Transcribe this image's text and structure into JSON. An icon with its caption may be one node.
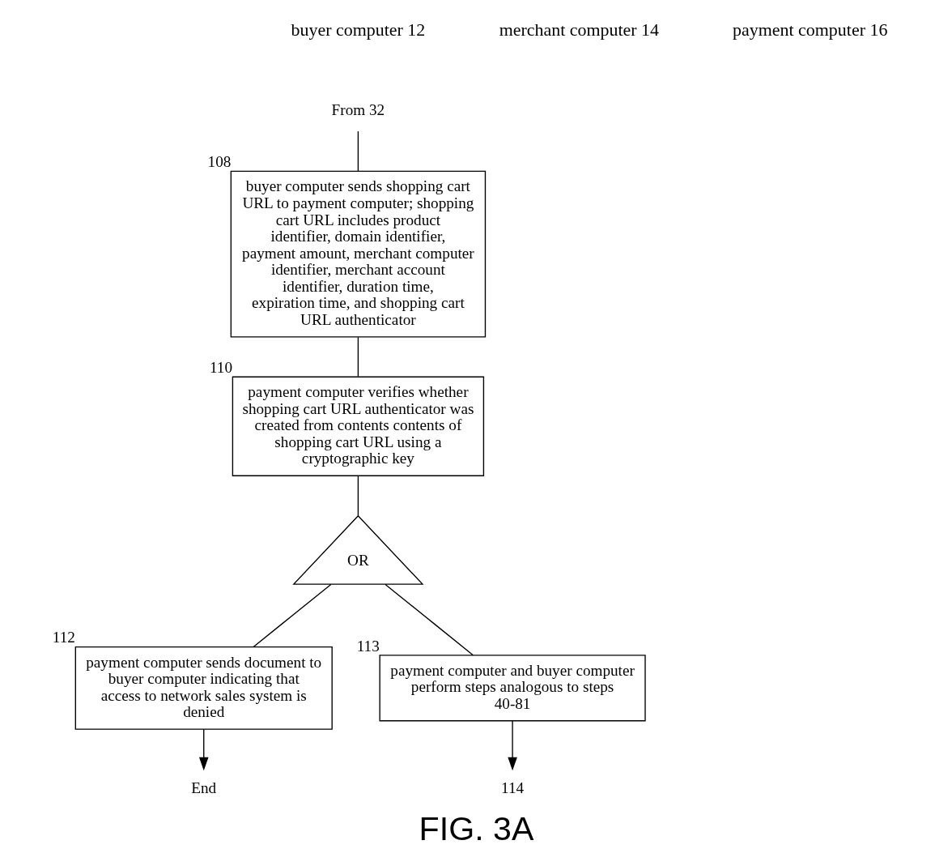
{
  "diagram": {
    "caption": "FIG. 3A",
    "nodes": [
      {
        "text": [
          "From 32"
        ]
      },
      {
        "text": [
          "buyer computer sends shopping cart URL to payment computer; shopping cart URL includes product identifier, domain identifier, payment amount, merchant computer identifier, merchant account identifier, duration time, expiration time, and shopping cart URL authenticator"
        ],
        "beside": [
          "108"
        ]
      },
      {
        "text": [
          "payment computer verifies whether shopping cart URL authenticator was created from contents contents of shopping cart URL using a cryptographic key"
        ],
        "beside": [
          "110"
        ]
      },
      {
        "text": [
          "OR"
        ]
      },
      {
        "text": [
          "payment computer sends document to buyer computer indicating that access to network sales system is denied"
        ],
        "beside": [
          "112"
        ]
      },
      {
        "text": [
          "End"
        ]
      },
      {
        "text": [
          "payment computer and buyer computer perform steps analogous to steps 40-81"
        ],
        "beside": [
          "113"
        ]
      },
      {
        "text": [
          "114"
        ]
      }
    ],
    "edges": [
      {
        "from": 0,
        "to": 1,
        "arrow": "none"
      },
      {
        "from": 1,
        "to": 2,
        "arrow": "none"
      },
      {
        "from": 2,
        "to": 3,
        "arrow": "none"
      },
      {
        "from": 3,
        "to": 4,
        "arrow": "none"
      },
      {
        "from": 3,
        "to": 6,
        "arrow": "none"
      },
      {
        "from": 4,
        "to": 5,
        "arrow": "to"
      },
      {
        "from": 6,
        "to": 7,
        "arrow": "to"
      }
    ],
    "labels": [
      "buyer computer 12",
      "merchant computer 14",
      "payment computer 16"
    ]
  }
}
